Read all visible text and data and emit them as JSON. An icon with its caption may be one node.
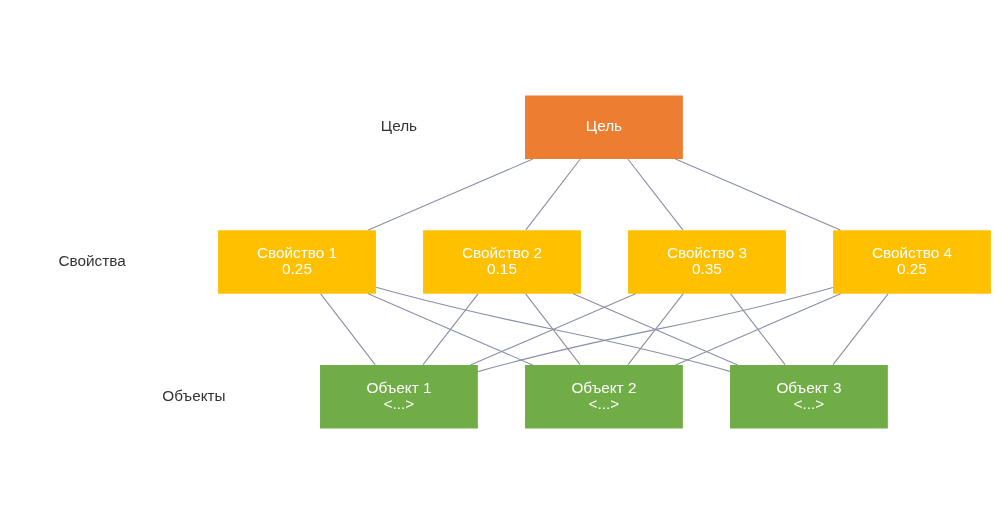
{
  "diagram": {
    "nodes": [
      {
        "text": [
          "Цель"
        ]
      },
      {
        "text": [
          "Свойство 1",
          "0.25"
        ]
      },
      {
        "text": [
          "Свойство 2",
          "0.15"
        ]
      },
      {
        "text": [
          "Свойство 3",
          "0.35"
        ]
      },
      {
        "text": [
          "Свойство 4",
          "0.25"
        ]
      },
      {
        "text": [
          "Объект 1",
          "<...>"
        ]
      },
      {
        "text": [
          "Объект 2",
          "<...>"
        ]
      },
      {
        "text": [
          "Объект 3",
          "<...>"
        ]
      }
    ],
    "edges": [
      {
        "from": 0,
        "to": 1,
        "arrow": "none"
      },
      {
        "from": 0,
        "to": 2,
        "arrow": "none"
      },
      {
        "from": 0,
        "to": 3,
        "arrow": "none"
      },
      {
        "from": 0,
        "to": 4,
        "arrow": "none"
      },
      {
        "from": 1,
        "to": 5,
        "arrow": "none"
      },
      {
        "from": 1,
        "to": 6,
        "arrow": "none"
      },
      {
        "from": 1,
        "to": 7,
        "arrow": "none"
      },
      {
        "from": 2,
        "to": 5,
        "arrow": "none"
      },
      {
        "from": 2,
        "to": 6,
        "arrow": "none"
      },
      {
        "from": 2,
        "to": 7,
        "arrow": "none"
      },
      {
        "from": 3,
        "to": 5,
        "arrow": "none"
      },
      {
        "from": 3,
        "to": 6,
        "arrow": "none"
      },
      {
        "from": 3,
        "to": 7,
        "arrow": "none"
      },
      {
        "from": 4,
        "to": 5,
        "arrow": "none"
      },
      {
        "from": 4,
        "to": 6,
        "arrow": "none"
      },
      {
        "from": 4,
        "to": 7,
        "arrow": "none"
      }
    ],
    "labels": [
      "Цель",
      "Свойства",
      "Объекты"
    ]
  }
}
